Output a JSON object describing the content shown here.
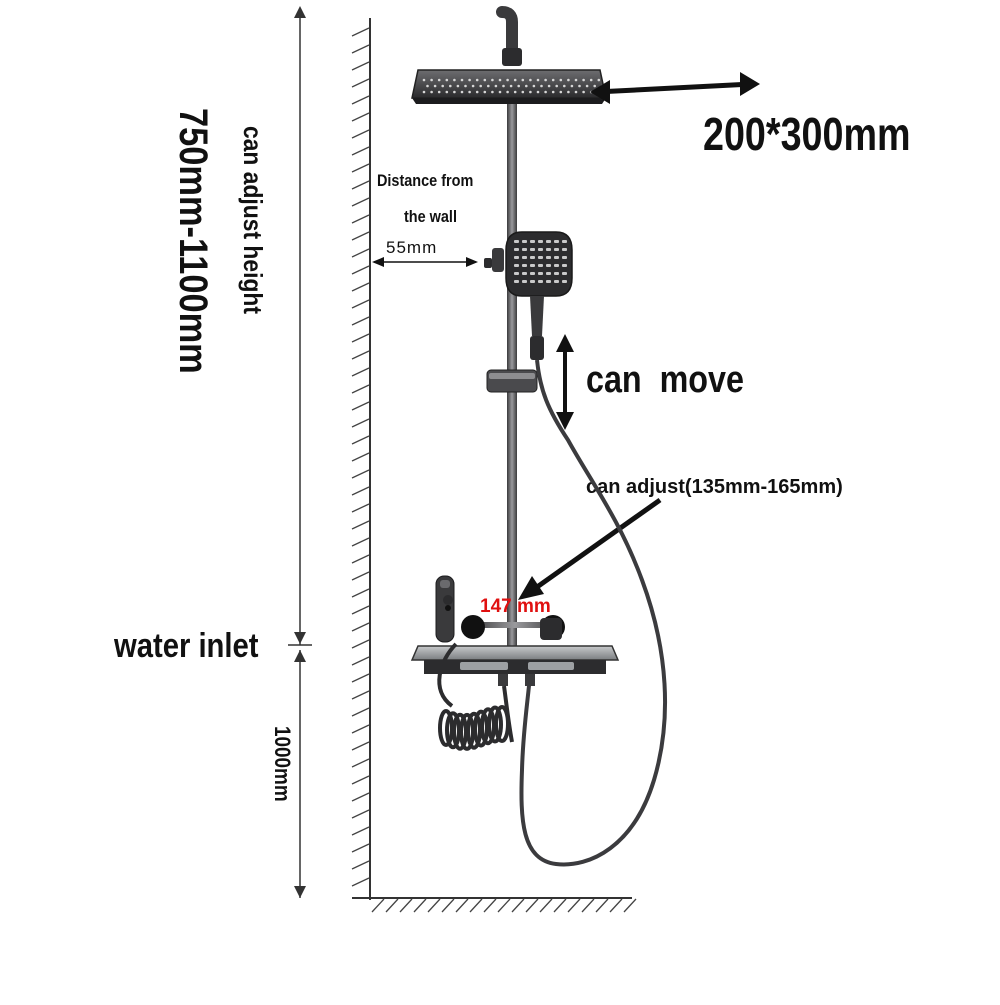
{
  "labels": {
    "head_size": "200*300mm",
    "distance_line1": "Distance from",
    "distance_line2": "the wall",
    "distance_value": "55mm",
    "height_range": "750mm-1100mm",
    "height_caption": "can adjust height",
    "can_move": "can  move",
    "can_adjust": "can adjust(135mm-165mm)",
    "spacing_value": "147 mm",
    "water_inlet": "water inlet",
    "floor_height": "1000mm"
  },
  "colors": {
    "metal_dark": "#2c2c2e",
    "metal_mid": "#5a5a5d",
    "metal_light": "#8d8d90",
    "shelf_glass": "#a7aaad",
    "accent_red": "#e01010",
    "ink": "#111111",
    "hatch": "#444444"
  }
}
